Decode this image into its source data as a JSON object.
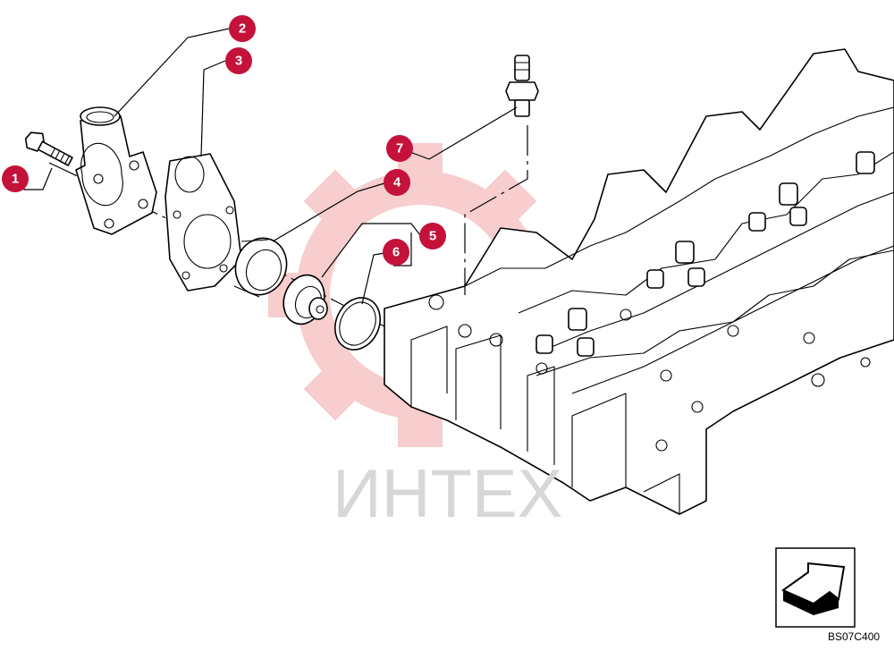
{
  "watermark": {
    "text": "ИНТЕХ",
    "color": "#f3b3b3"
  },
  "reference_code": "BS07C400",
  "callout_color": "#c4123a",
  "callouts": [
    {
      "label": "1"
    },
    {
      "label": "2"
    },
    {
      "label": "3"
    },
    {
      "label": "4"
    },
    {
      "label": "5"
    },
    {
      "label": "6"
    },
    {
      "label": "7"
    }
  ],
  "parts": [
    "bolt",
    "thermostat-housing",
    "housing-gasket",
    "sealing-ring",
    "thermostat",
    "o-ring",
    "sensor-fitting",
    "cylinder-head"
  ],
  "icons": {
    "orientation": "arrow-icon"
  }
}
